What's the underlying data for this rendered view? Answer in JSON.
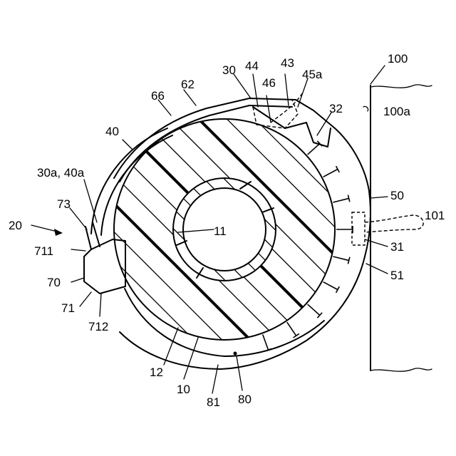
{
  "figure": {
    "labels": {
      "l100": "100",
      "l100a": "100a",
      "l30": "30",
      "l44": "44",
      "l43": "43",
      "l45a": "45a",
      "l46": "46",
      "l32": "32",
      "l66": "66",
      "l62": "62",
      "l40": "40",
      "l30a40a": "30a, 40a",
      "l73": "73",
      "l20": "20",
      "l711": "711",
      "l70": "70",
      "l71": "71",
      "l712": "712",
      "l11": "11",
      "l50": "50",
      "l101": "101",
      "l31": "31",
      "l51": "51",
      "l12": "12",
      "l10": "10",
      "l81": "81",
      "l80": "80"
    }
  }
}
